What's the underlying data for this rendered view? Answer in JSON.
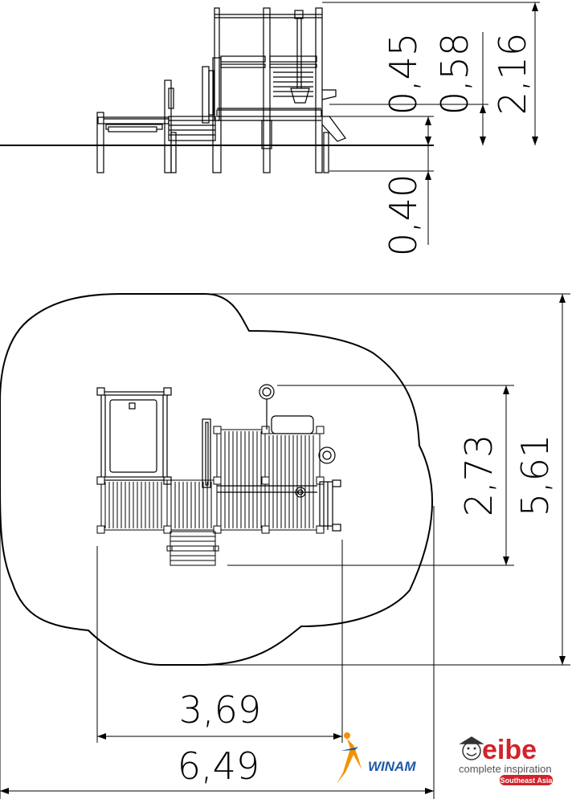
{
  "elevation": {
    "dim_post_height": "0,45",
    "dim_platform_height": "0,58",
    "dim_total_height": "2,16",
    "dim_foundation_depth": "0,40"
  },
  "plan": {
    "dim_equipment_depth": "2,73",
    "dim_safety_depth": "5,61",
    "dim_equipment_width": "3,69",
    "dim_safety_width": "6,49"
  },
  "logos": {
    "winam_name": "WINAM",
    "eibe_name": "eibe",
    "eibe_tagline": "complete inspiration",
    "eibe_region": "Southeast Asia",
    "eibe_color": "#d2232a",
    "winam_orange": "#f39200",
    "winam_blue": "#1e5aa8"
  }
}
